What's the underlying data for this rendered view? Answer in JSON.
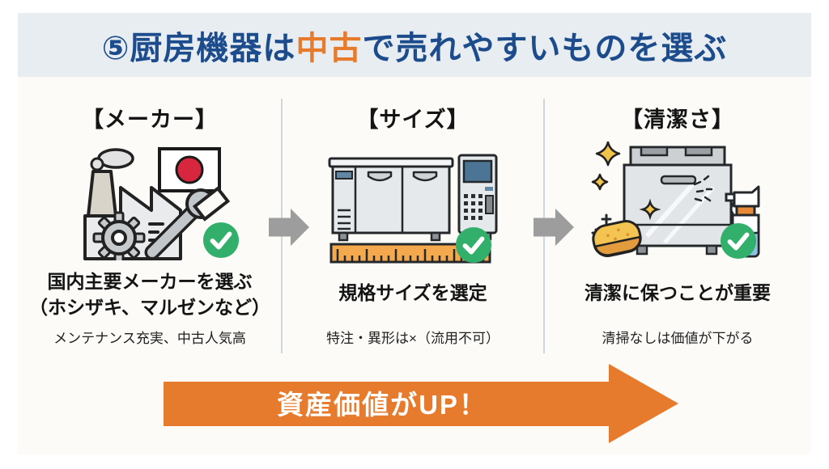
{
  "header": {
    "title_prefix": "⑤厨房機器は",
    "title_highlight": "中古",
    "title_suffix": "で売れやすいものを選ぶ"
  },
  "columns": [
    {
      "header": "【メーカー】",
      "icon": "factory-japan-flag-wrench-icon",
      "check_icon": "✓",
      "main_line1": "国内主要メーカーを選ぶ",
      "main_line2": "（ホシザキ、マルゼンなど）",
      "sub": "メンテナンス充実、中古人気高"
    },
    {
      "header": "【サイズ】",
      "icon": "commercial-fridge-ruler-icon",
      "check_icon": "✓",
      "main_line1": "規格サイズを選定",
      "sub": "特注・異形は×（流用不可）"
    },
    {
      "header": "【清潔さ】",
      "icon": "clean-equipment-sponge-spray-icon",
      "check_icon": "✓",
      "main_line1": "清潔に保つことが重要",
      "sub": "清掃なしは価値が下がる"
    }
  ],
  "bottom_arrow": {
    "label": "資産価値がUP！"
  },
  "colors": {
    "title_blue": "#1d4c8d",
    "highlight_orange": "#e77b2d",
    "arrow_orange": "#e77b2d",
    "check_green": "#33af6c",
    "connector_gray": "#9d9d9d",
    "header_band": "#e8edf2"
  }
}
